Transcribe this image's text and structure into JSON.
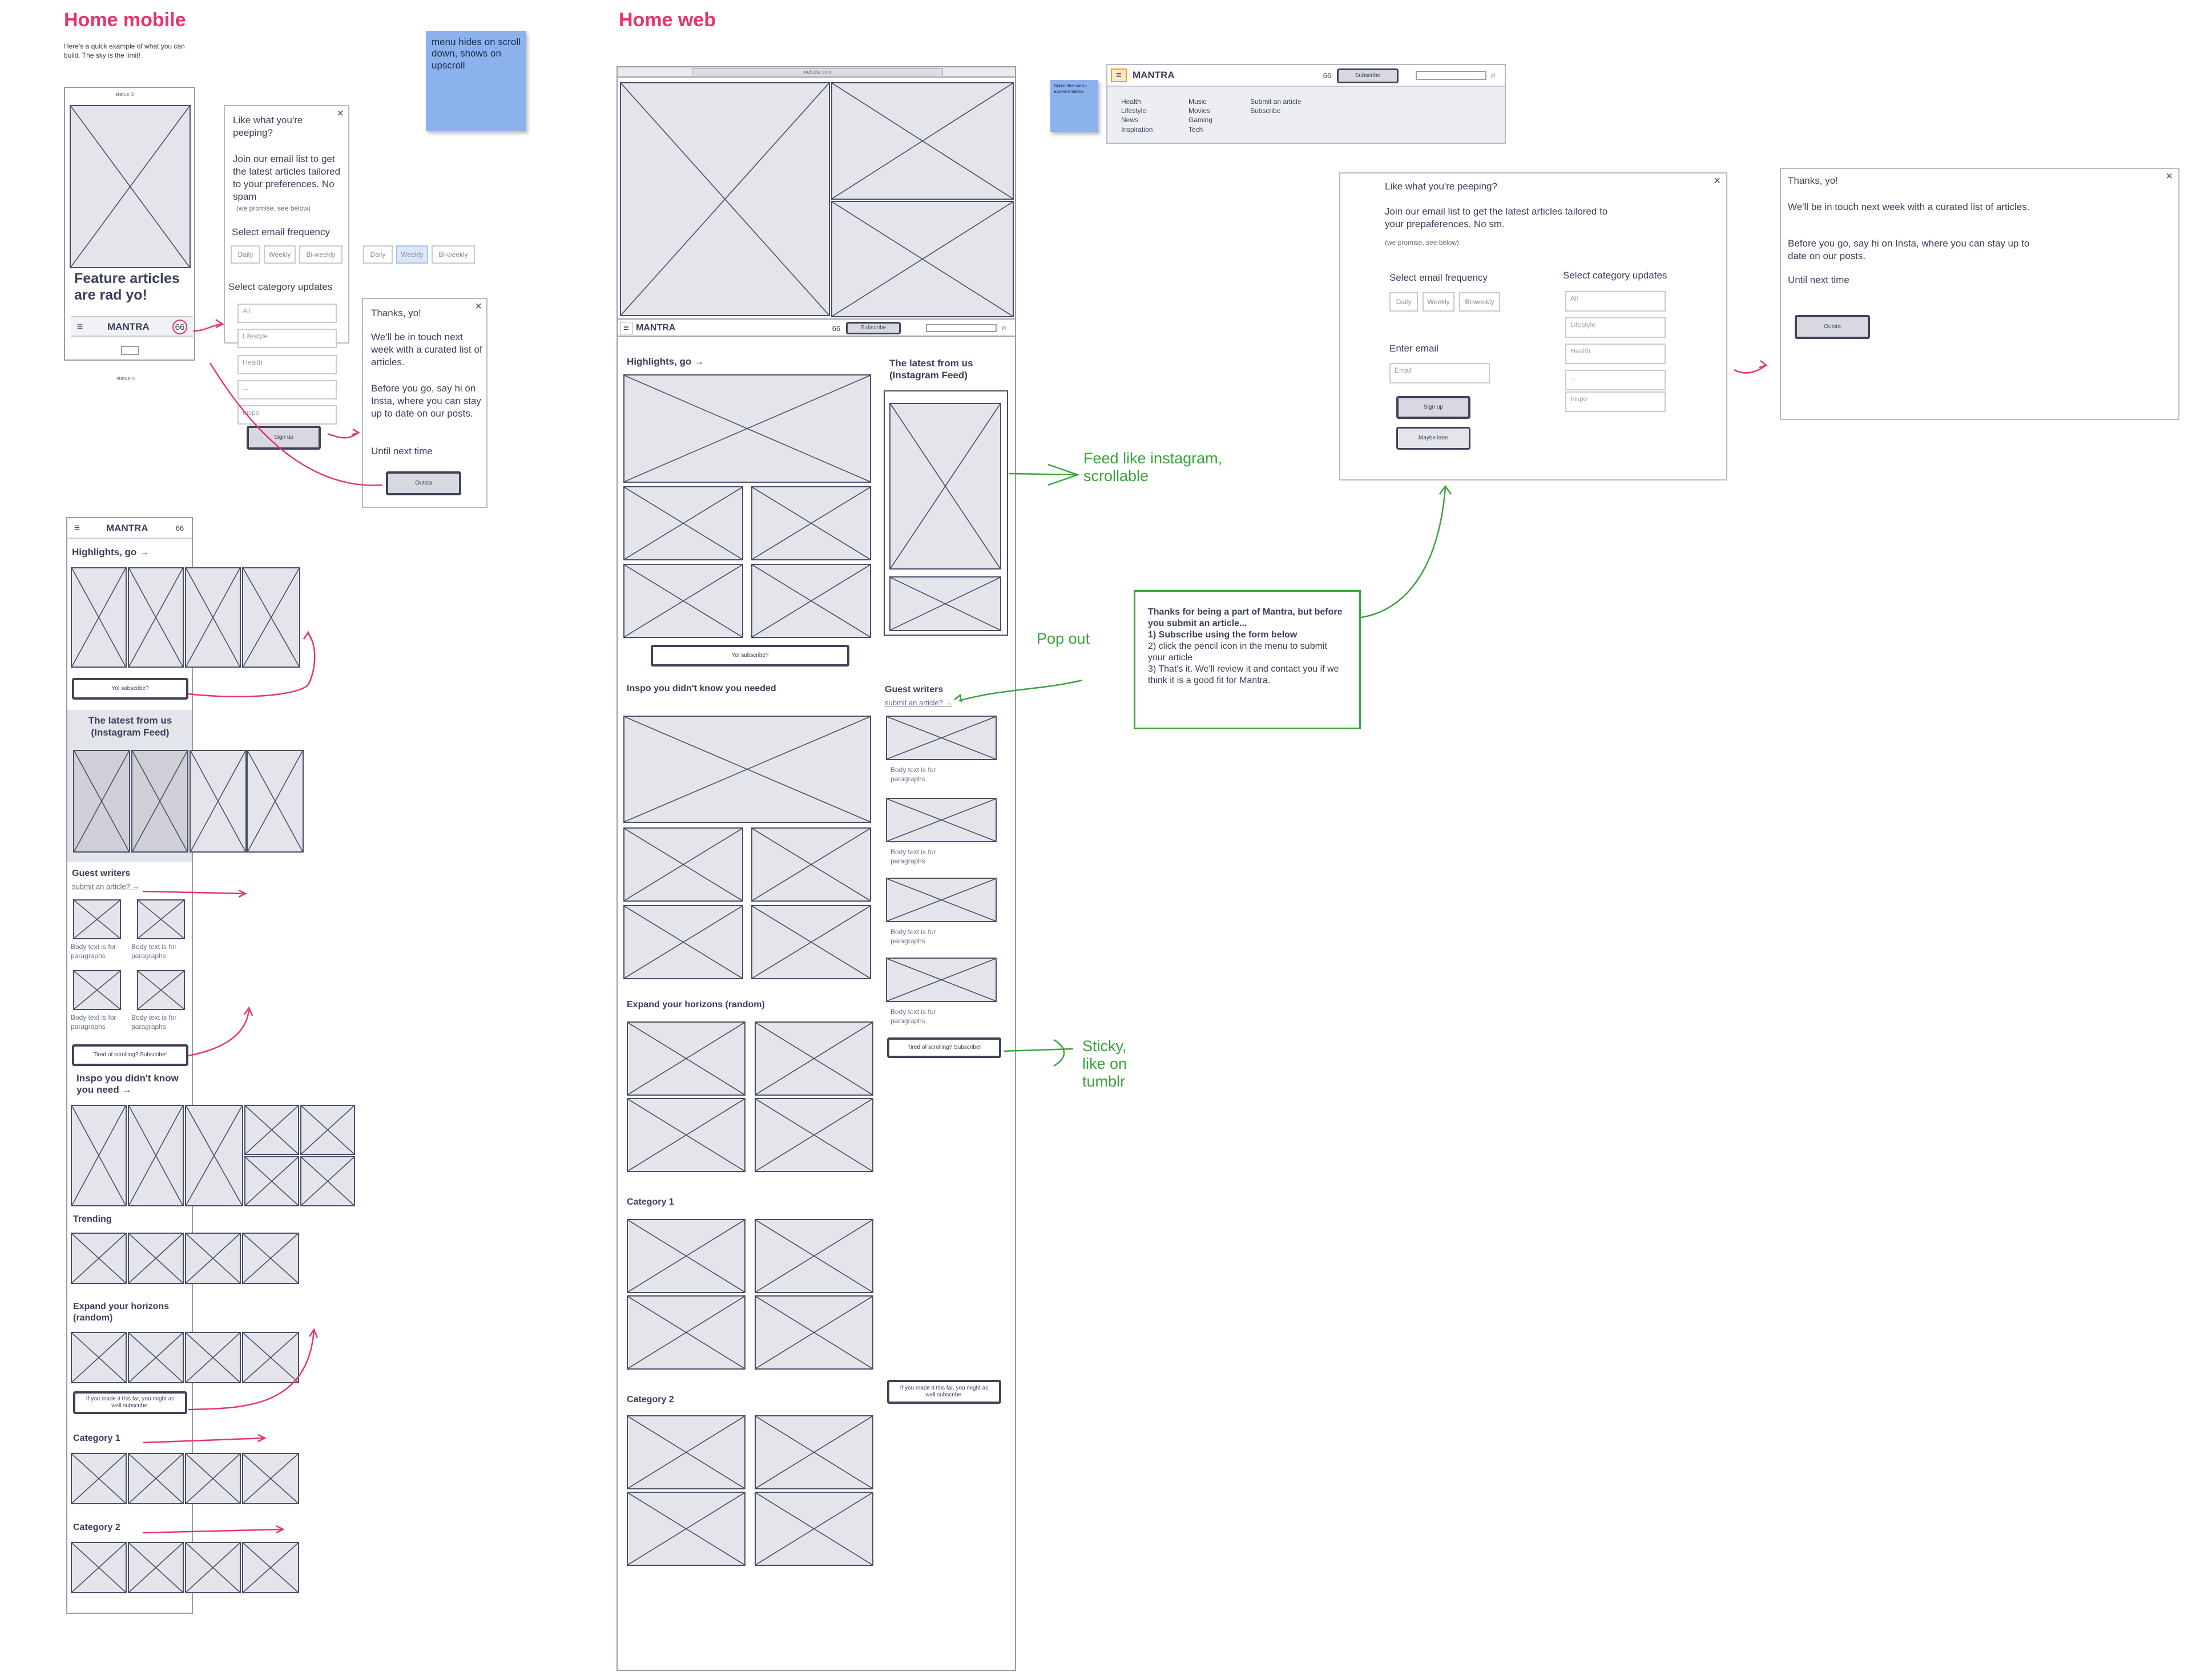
{
  "mobile": {
    "title": "Home mobile",
    "subtitle": "Here's a quick example of what you can build. The sky is the limit!",
    "status": "status ⊙",
    "feature_text": "Feature articles are rad yo!",
    "brand": "MANTRA",
    "sticky_note": "menu hides on scroll down, shows on upscroll",
    "signup_modal": {
      "heading": "Like what you're peeping?",
      "body": "Join our email list to get the latest articles tailored to your preferences. No spam",
      "note": "(we promise, see below)",
      "freq_label": "Select email frequency",
      "freq_options": [
        "Daily",
        "Weekly",
        "Bi-weekly"
      ],
      "cat_label": "Select category updates",
      "cat_options": [
        "All",
        "Lifestyle",
        "Health",
        "...",
        "Inspo"
      ],
      "button": "Sign up"
    },
    "thanks_modal": {
      "heading": "Thanks, yo!",
      "p1": "We'll be in touch next week with a curated list of articles.",
      "p2": "Before you go, say hi on Insta, where you can stay up to date on our posts.",
      "p3": "Until next time",
      "button": "Outsta"
    },
    "page": {
      "highlights": "Highlights, go →",
      "yo_subscribe": "Yo! subscribe?",
      "latest": "The latest from us (Instagram Feed)",
      "guest": "Guest writers",
      "guest_link": "submit an article? →",
      "body_caption": "Body text is for paragraphs",
      "tired": "Tired of scrolling? Subscribe!",
      "inspo": "Inspo you didn't know you need →",
      "trending": "Trending",
      "expand": "Expand your horizons (random)",
      "made_it": "If you made it this far, you might as well subscribe.",
      "cat1": "Category 1",
      "cat2": "Category 2"
    }
  },
  "web": {
    "title": "Home web",
    "url": "website.com",
    "brand": "MANTRA",
    "subscribe": "Subscribe",
    "highlights": "Highlights, go →",
    "latest": "The latest from us (Instagram Feed)",
    "yo_subscribe": "Yo! subscribe?",
    "inspo": "Inspo you didn't know you needed",
    "guest": "Guest writers",
    "guest_link": "submit an article? →",
    "body_caption": "Body text is for paragraphs",
    "tired": "Tired of scrolling? Subscribe!",
    "expand": "Expand your horizons (random)",
    "cat1": "Category 1",
    "cat2": "Category 2",
    "made_it": "If you made it this far, you might as well subscribe.",
    "notes": {
      "feed": "Feed like instagram, scrollable",
      "popout": "Pop out",
      "sticky": "Sticky, like on tumblr"
    },
    "menu": {
      "sticky": "Subscribe menu appears below",
      "col1": [
        "Health",
        "Lifestyle",
        "News",
        "Inspiration"
      ],
      "col2": [
        "Music",
        "Movies",
        "Gaming",
        "Tech"
      ],
      "col3": [
        "Submit an article",
        "Subscribe"
      ]
    },
    "signup_modal": {
      "heading": "Like what you're peeping?",
      "body": "Join our email list to get the latest articles tailored to your prepaferences. No sm.",
      "note": "(we promise, see below)",
      "freq_label": "Select email frequency",
      "freq_options": [
        "Daily",
        "Weekly",
        "Bi-weekly"
      ],
      "email_label": "Enter email",
      "email_placeholder": "Email",
      "signup": "Sign up",
      "later": "Maybe later",
      "cat_label": "Select category updates",
      "cat_options": [
        "All",
        "Lifestyle",
        "Health",
        "...",
        "Inspo"
      ]
    },
    "thanks_modal": {
      "heading": "Thanks, yo!",
      "p1": "We'll be in touch next week with a curated list of articles.",
      "p2": "Before you go, say hi on Insta, where you can stay up to date on our posts.",
      "p3": "Until next time",
      "button": "Outsta"
    },
    "submit_note": {
      "intro": "Thanks for being a part of Mantra, but before you submit an article...",
      "s1": "1) Subscribe using the form below",
      "s2": "2) click the pencil icon in the menu to submit your article",
      "s3": "3) That's it. We'll review it and contact you if we think it is a good fit for Mantra."
    }
  }
}
